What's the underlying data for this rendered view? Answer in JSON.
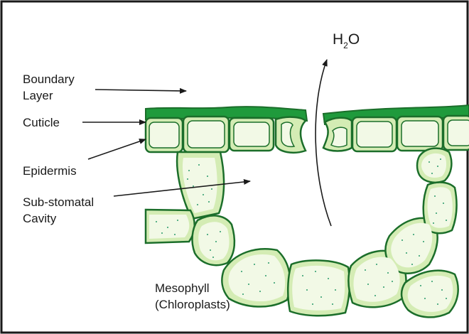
{
  "diagram": {
    "labels": {
      "boundary_layer_1": "Boundary",
      "boundary_layer_2": "Layer",
      "cuticle": "Cuticle",
      "epidermis": "Epidermis",
      "sub_stomatal_1": "Sub-stomatal",
      "sub_stomatal_2": "Cavity",
      "mesophyll_1": "Mesophyll",
      "mesophyll_2": "(Chloroplasts)",
      "water_main": "H",
      "water_sub": "2",
      "water_end": "O"
    },
    "colors": {
      "cuticle": "#1f9a3c",
      "cell_fill": "#d4ecb4",
      "cell_inner": "#f2f9e6",
      "cell_stroke": "#1b6e2a",
      "chloroplast": "#2a9a6a",
      "text": "#1a1a1a"
    }
  }
}
